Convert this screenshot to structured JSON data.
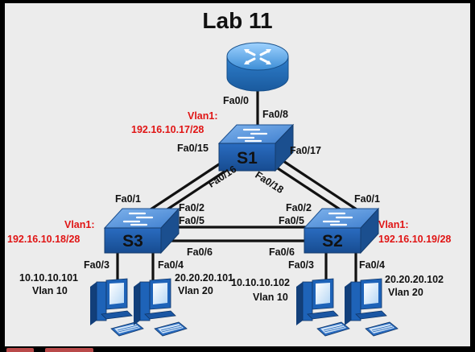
{
  "title": "Lab 11",
  "router": {
    "port": "Fa0/0"
  },
  "switches": {
    "s1": {
      "name": "S1",
      "vlan_label": "Vlan1:",
      "vlan_ip": "192.16.10.17/28",
      "ports": [
        "Fa0/8",
        "Fa0/15",
        "Fa0/16",
        "Fa0/17",
        "Fa0/18"
      ]
    },
    "s3": {
      "name": "S3",
      "vlan_label": "Vlan1:",
      "vlan_ip": "192.16.10.18/28",
      "ports": [
        "Fa0/1",
        "Fa0/2",
        "Fa0/5",
        "Fa0/6",
        "Fa0/3",
        "Fa0/4"
      ]
    },
    "s2": {
      "name": "S2",
      "vlan_label": "Vlan1:",
      "vlan_ip": "192.16.10.19/28",
      "ports": [
        "Fa0/2",
        "Fa0/1",
        "Fa0/5",
        "Fa0/6",
        "Fa0/3",
        "Fa0/4"
      ]
    }
  },
  "hosts": [
    {
      "ip": "10.10.10.101",
      "vlan": "Vlan 10"
    },
    {
      "ip": "20.20.20.101",
      "vlan": "Vlan 20"
    },
    {
      "ip": "10.10.10.102",
      "vlan": "Vlan 10"
    },
    {
      "ip": "20.20.20.102",
      "vlan": "Vlan 20"
    }
  ],
  "colors": {
    "vlan_text": "#e01515",
    "switch_blue": "#1f5fa8",
    "router_blue": "#3d8ed6",
    "pc_blue": "#1e63b8",
    "link": "#111111",
    "background": "#ececec"
  }
}
